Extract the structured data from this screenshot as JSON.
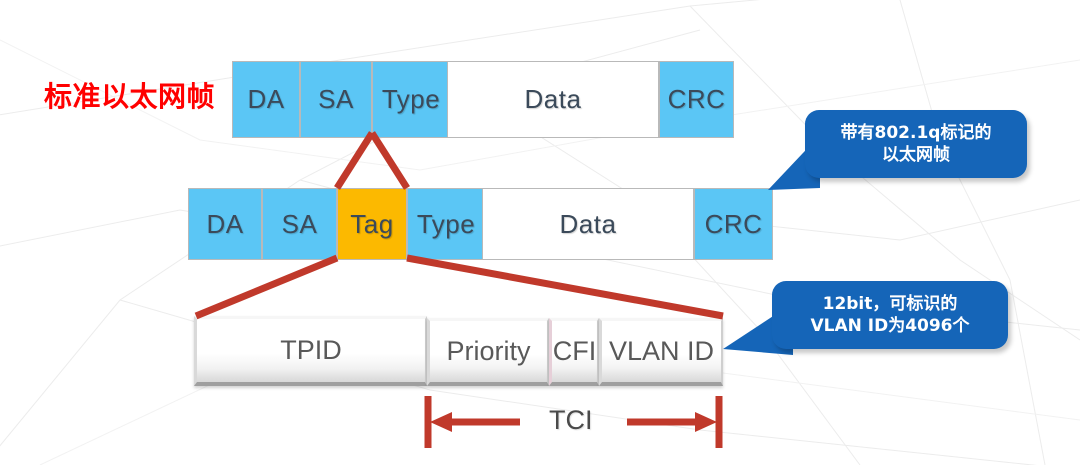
{
  "diagram": {
    "title_label": "标准以太网帧",
    "accent_blue": "#5BC6F5",
    "accent_gold": "#FCB900",
    "accent_red": "#FF0000",
    "connector_red": "#C0392B",
    "callout_blue": "#1565B8"
  },
  "row1": {
    "name": "standard-ethernet-frame",
    "cells": [
      {
        "label": "DA",
        "fill": "blue"
      },
      {
        "label": "SA",
        "fill": "blue"
      },
      {
        "label": "Type",
        "fill": "blue"
      },
      {
        "label": "Data",
        "fill": "white"
      },
      {
        "label": "CRC",
        "fill": "blue"
      }
    ]
  },
  "row2": {
    "name": "tagged-ethernet-frame",
    "cells": [
      {
        "label": "DA",
        "fill": "blue"
      },
      {
        "label": "SA",
        "fill": "blue"
      },
      {
        "label": "Tag",
        "fill": "gold"
      },
      {
        "label": "Type",
        "fill": "blue"
      },
      {
        "label": "Data",
        "fill": "white"
      },
      {
        "label": "CRC",
        "fill": "blue"
      }
    ]
  },
  "row3": {
    "name": "vlan-tag-detail",
    "cells": [
      {
        "label": "TPID"
      },
      {
        "label": "Priority"
      },
      {
        "label": "CFI"
      },
      {
        "label": "VLAN ID"
      }
    ]
  },
  "measure": {
    "label": "TCI"
  },
  "callouts": [
    {
      "name": "callout-tagged-frame",
      "lines": [
        "带有802.1q标记的",
        "以太网帧"
      ]
    },
    {
      "name": "callout-vlan-id-bits",
      "lines": [
        "12bit，可标识的",
        "VLAN ID为4096个"
      ]
    }
  ]
}
